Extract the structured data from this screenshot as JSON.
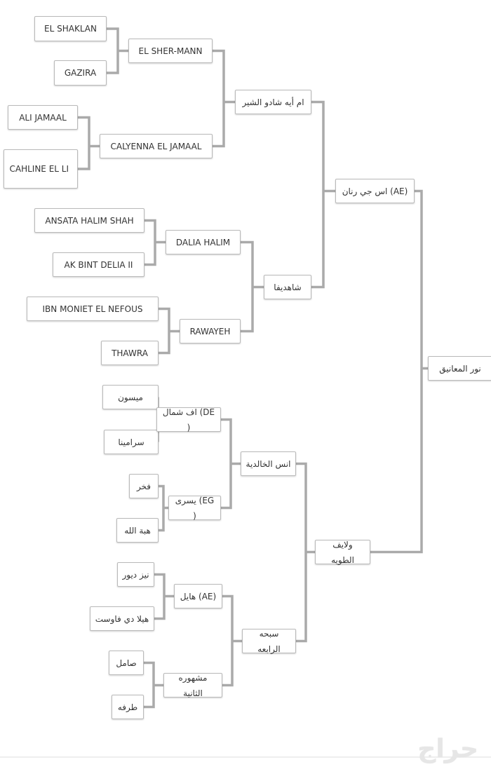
{
  "pedigree": {
    "root": "نور المعانيق",
    "gen1": [
      "اس جي رنان (AE)",
      "ولايف الطويه"
    ],
    "gen2": [
      "ام أيه شادو الشير",
      "شاهديفا",
      "انس الخالدية",
      "سبحه الرابعه"
    ],
    "gen3": [
      "EL SHER-MANN",
      "CALYENNA EL JAMAAL",
      "DALIA HALIM",
      "RAWAYEH",
      "اف شمال (DE )",
      "يسرى (EG )",
      "هايل (AE)",
      "مشهوره الثانية"
    ],
    "gen4": [
      "EL SHAKLAN",
      "GAZIRA",
      "ALI JAMAAL",
      "CAHLINE EL LI",
      "ANSATA HALIM SHAH",
      "AK BINT DELIA II",
      "IBN MONIET EL NEFOUS",
      "THAWRA",
      "ميسون",
      "سرامينا",
      "فخر",
      "هبة الله",
      "نيز ديور",
      "هيلا دي فاوست",
      "صامل",
      "طرفه"
    ]
  },
  "watermark": "حراج",
  "colors": {
    "connector": "#aaaaaa",
    "border": "#b9b9b9",
    "text": "#333333"
  }
}
